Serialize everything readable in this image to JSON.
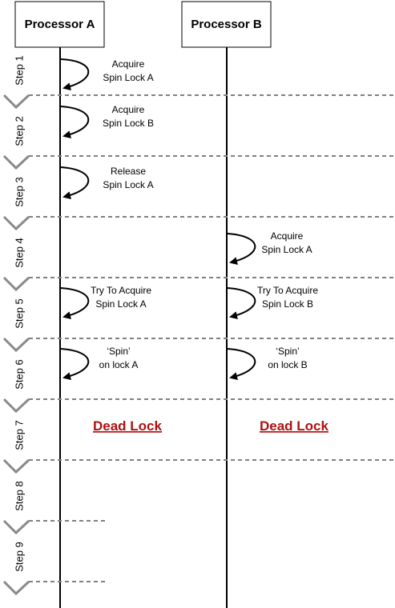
{
  "processors": [
    {
      "label": "Processor A"
    },
    {
      "label": "Processor B"
    }
  ],
  "steps": [
    "Step 1",
    "Step 2",
    "Step 3",
    "Step 4",
    "Step 5",
    "Step 6",
    "Step 7",
    "Step 8",
    "Step 9"
  ],
  "notes": {
    "s1_a": [
      "Acquire",
      "Spin Lock A"
    ],
    "s2_a": [
      "Acquire",
      "Spin Lock B"
    ],
    "s3_a": [
      "Release",
      "Spin Lock A"
    ],
    "s4_b": [
      "Acquire",
      "Spin Lock A"
    ],
    "s5_a": [
      "Try To Acquire",
      "Spin Lock A"
    ],
    "s5_b": [
      "Try To Acquire",
      "Spin Lock B"
    ],
    "s6_a": [
      "‘Spin’",
      "on lock A"
    ],
    "s6_b": [
      "‘Spin’",
      "on lock B"
    ]
  },
  "deadlock": {
    "a": "Dead Lock",
    "b": "Dead Lock"
  },
  "colors": {
    "divider": "#808080",
    "chevron": "#8a8a8a",
    "deadlock": "#b01010"
  }
}
